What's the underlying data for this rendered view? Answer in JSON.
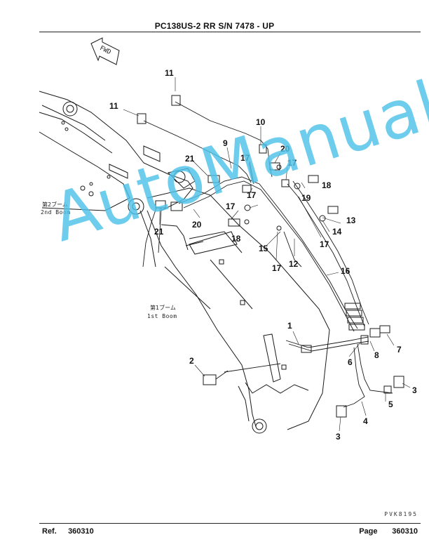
{
  "header": {
    "title": "PC138US-2 RR S/N 7478 - UP"
  },
  "diagram": {
    "fwd_label": "FWD",
    "boom2_jp": "第2ブーム",
    "boom2_en": "2nd Boom",
    "boom1_jp": "第1ブーム",
    "boom1_en": "1st Boom",
    "callouts": [
      "11",
      "11",
      "10",
      "9",
      "20",
      "17",
      "21",
      "17",
      "17",
      "18",
      "17",
      "19",
      "18",
      "13",
      "14",
      "20",
      "21",
      "17",
      "15",
      "17",
      "12",
      "16",
      "1",
      "7",
      "8",
      "6",
      "2",
      "3",
      "5",
      "4",
      "3"
    ]
  },
  "drawing_code": "PVK8195",
  "watermark": "AutoManual",
  "footer": {
    "ref_label": "Ref.",
    "ref_value": "360310",
    "page_label": "Page",
    "page_value": "360310"
  }
}
